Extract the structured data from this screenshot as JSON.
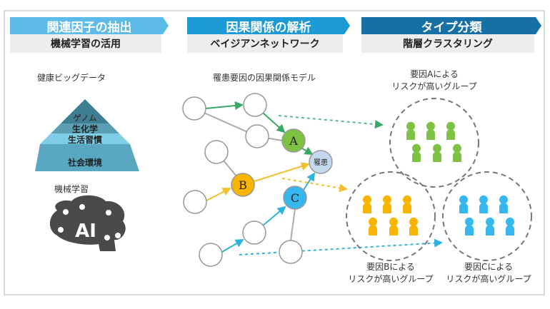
{
  "steps": [
    {
      "title": "関連因子の抽出",
      "method": "機械学習の活用",
      "color": "#5cbbe9"
    },
    {
      "title": "因果関係の解析",
      "method": "ベイジアンネットワーク",
      "color": "#1b9ad6"
    },
    {
      "title": "タイプ分類",
      "method": "階層クラスタリング",
      "color": "#1670a6"
    }
  ],
  "left": {
    "big_data_label": "健康ビッグデータ",
    "pyramid": [
      "ゲノム",
      "生化学",
      "生活習慣",
      "社会環境"
    ],
    "ml_label": "機械学習",
    "ai_text": "AI"
  },
  "middle": {
    "model_label": "罹患要因の因果関係モデル",
    "node_a": "A",
    "node_b": "B",
    "node_c": "C",
    "disease": "罹患"
  },
  "right": {
    "group_a": {
      "line1": "要因Aによる",
      "line2": "リスクが高いグループ",
      "color": "#7dc242"
    },
    "group_b": {
      "line1": "要因Bによる",
      "line2": "リスクが高いグループ",
      "color": "#f7b500"
    },
    "group_c": {
      "line1": "要因Cによる",
      "line2": "リスクが高いグループ",
      "color": "#36b8ee"
    }
  }
}
